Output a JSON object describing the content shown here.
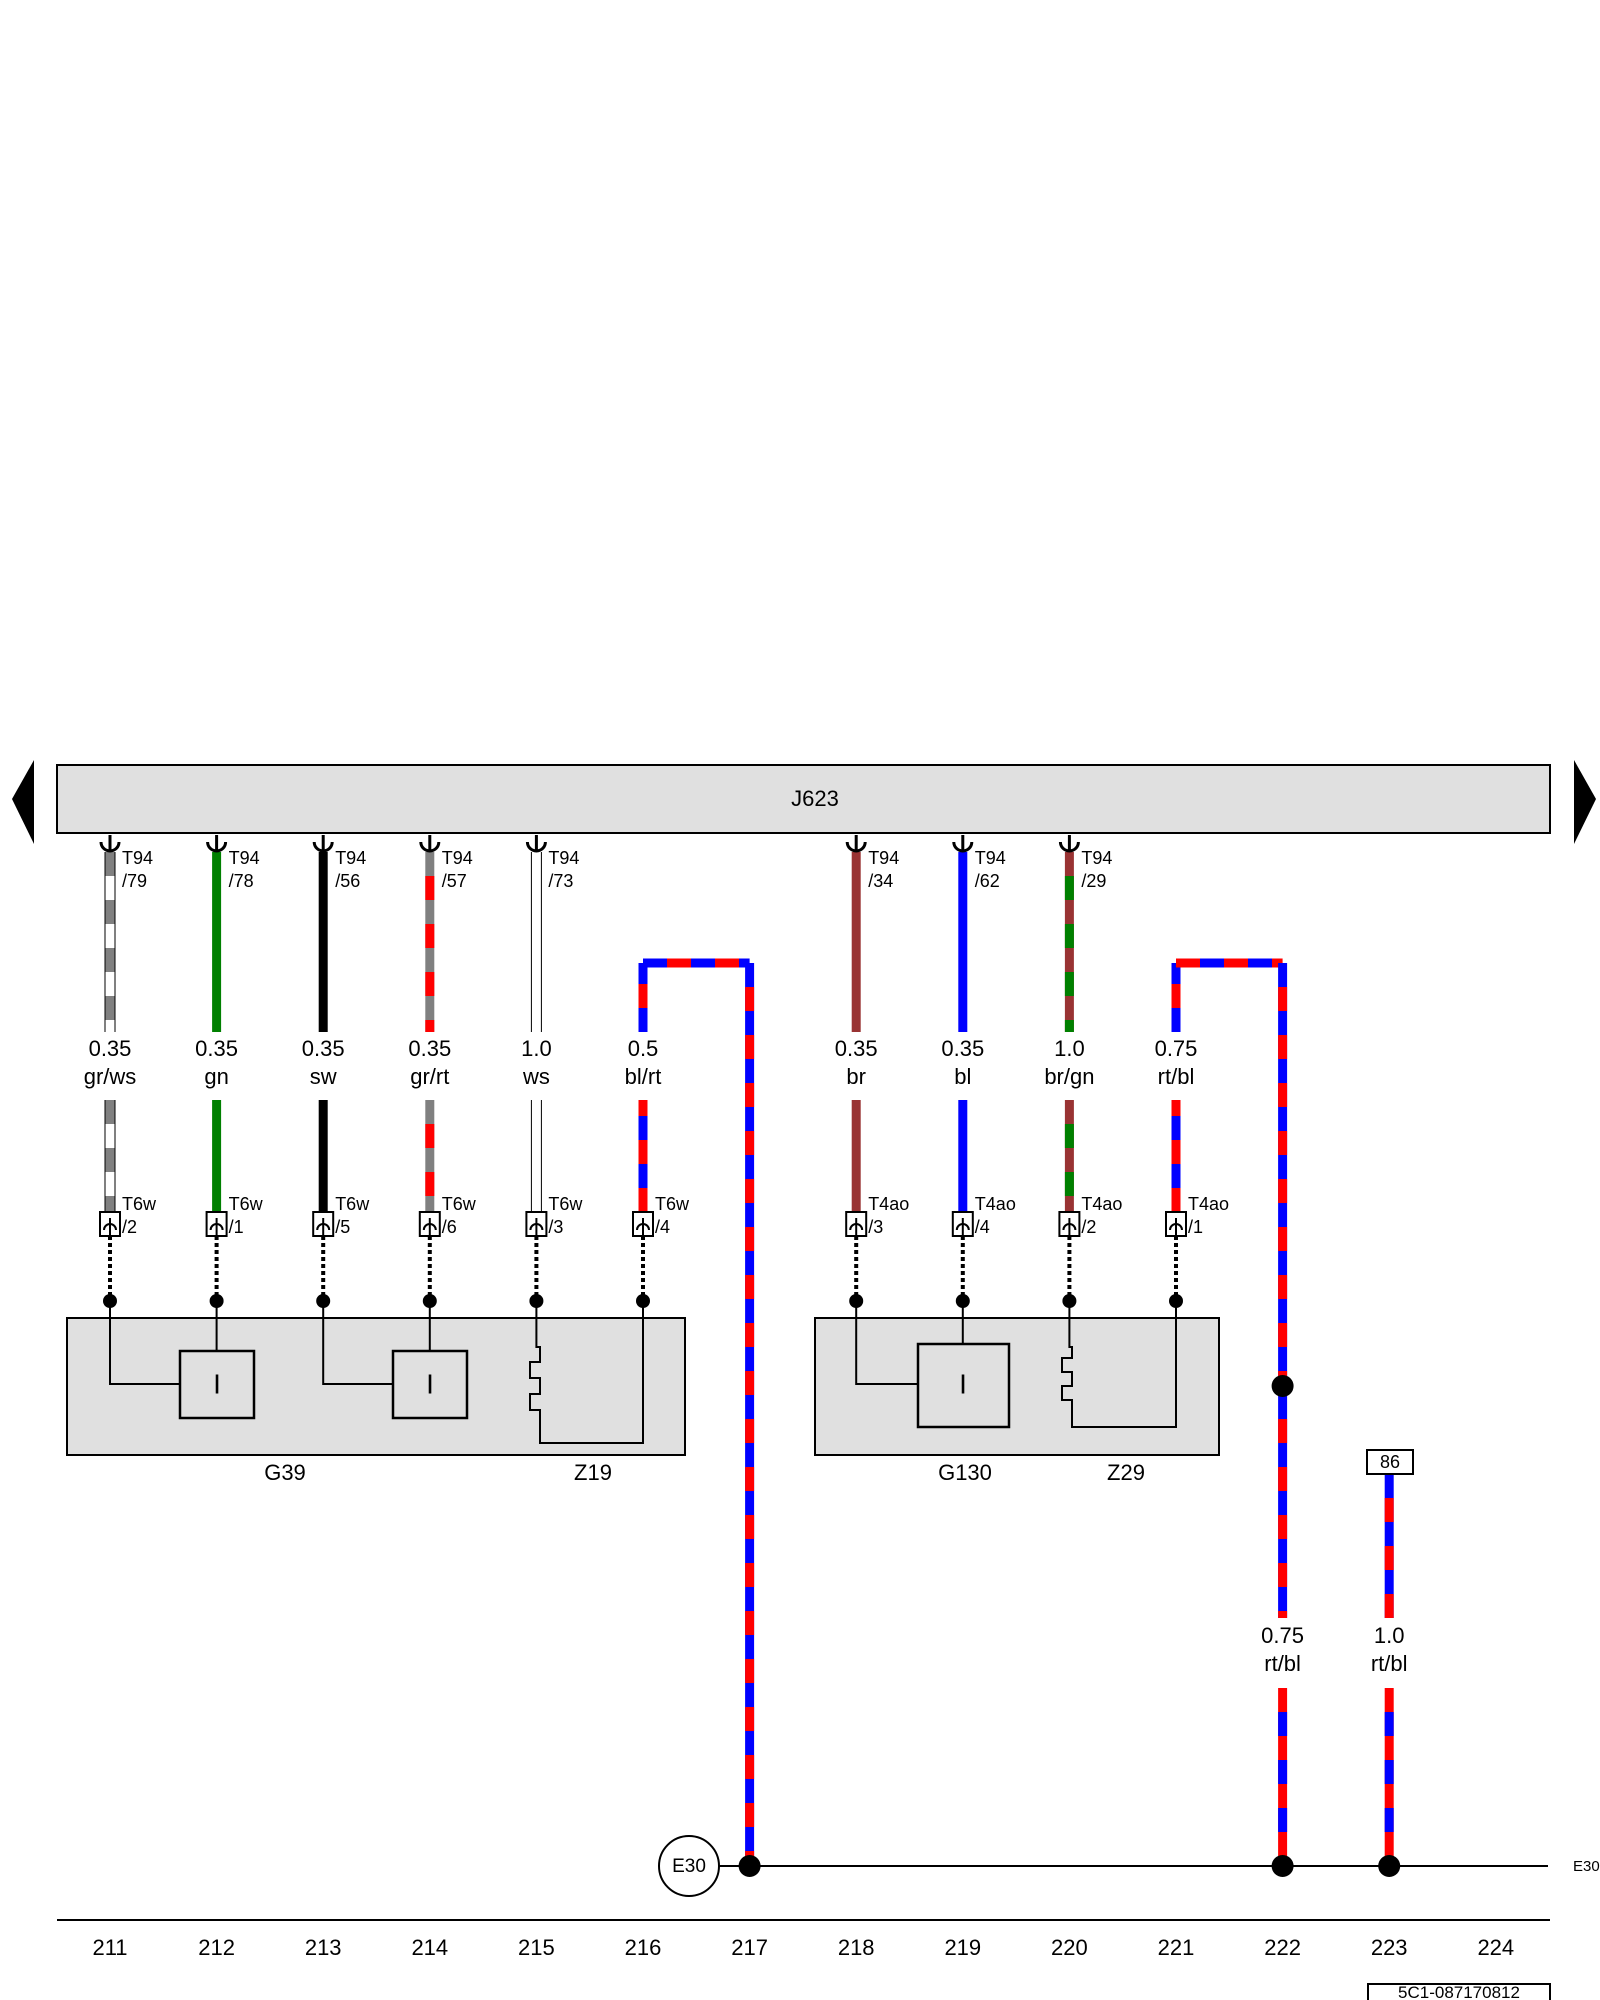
{
  "ecu": {
    "name": "J623"
  },
  "nav": {
    "left_arrow": "triangle-left",
    "right_arrow": "triangle-right"
  },
  "colors": {
    "ws": "#ffffff",
    "gr": "#808080",
    "gn": "#008000",
    "sw": "#000000",
    "rt": "#ff0000",
    "bl": "#0000ff",
    "br": "#993333",
    "box": "#e0e0e0"
  },
  "ecu_pins": [
    {
      "pin": "T94 /79",
      "col": 211
    },
    {
      "pin": "T94 /78",
      "col": 212
    },
    {
      "pin": "T94 /56",
      "col": 213
    },
    {
      "pin": "T94 /57",
      "col": 214
    },
    {
      "pin": "T94 /73",
      "col": 215
    },
    {
      "pin": "T94 /34",
      "col": 218
    },
    {
      "pin": "T94 /62",
      "col": 219
    },
    {
      "pin": "T94 /29",
      "col": 220
    }
  ],
  "wires": [
    {
      "col": 211,
      "size": "0.35",
      "color": "gr/ws"
    },
    {
      "col": 212,
      "size": "0.35",
      "color": "gn"
    },
    {
      "col": 213,
      "size": "0.35",
      "color": "sw"
    },
    {
      "col": 214,
      "size": "0.35",
      "color": "gr/rt"
    },
    {
      "col": 215,
      "size": "1.0",
      "color": "ws"
    },
    {
      "col": 216,
      "size": "0.5",
      "color": "bl/rt"
    },
    {
      "col": 218,
      "size": "0.35",
      "color": "br"
    },
    {
      "col": 219,
      "size": "0.35",
      "color": "bl"
    },
    {
      "col": 220,
      "size": "1.0",
      "color": "br/gn"
    },
    {
      "col": 221,
      "size": "0.75",
      "color": "rt/bl"
    },
    {
      "col": 222,
      "size": "0.75",
      "color": "rt/bl"
    },
    {
      "col": 223,
      "size": "1.0",
      "color": "rt/bl"
    }
  ],
  "connectors": [
    {
      "col": 211,
      "connector": "T6w",
      "pin": "/2"
    },
    {
      "col": 212,
      "connector": "T6w",
      "pin": "/1"
    },
    {
      "col": 213,
      "connector": "T6w",
      "pin": "/5"
    },
    {
      "col": 214,
      "connector": "T6w",
      "pin": "/6"
    },
    {
      "col": 215,
      "connector": "T6w",
      "pin": "/3"
    },
    {
      "col": 216,
      "connector": "T6w",
      "pin": "/4"
    },
    {
      "col": 218,
      "connector": "T4ao",
      "pin": "/3"
    },
    {
      "col": 219,
      "connector": "T4ao",
      "pin": "/4"
    },
    {
      "col": 220,
      "connector": "T4ao",
      "pin": "/2"
    },
    {
      "col": 221,
      "connector": "T4ao",
      "pin": "/1"
    }
  ],
  "components": [
    {
      "name": "G39",
      "sensor_symbol": "I"
    },
    {
      "name": "Z19"
    },
    {
      "name": "G130",
      "sensor_symbol": "I"
    },
    {
      "name": "Z29"
    }
  ],
  "splice": {
    "name": "E30",
    "right_label": "E30"
  },
  "terminal": {
    "label": "86"
  },
  "columns": [
    "211",
    "212",
    "213",
    "214",
    "215",
    "216",
    "217",
    "218",
    "219",
    "220",
    "221",
    "222",
    "223",
    "224"
  ],
  "doc_id": "5C1-087170812"
}
